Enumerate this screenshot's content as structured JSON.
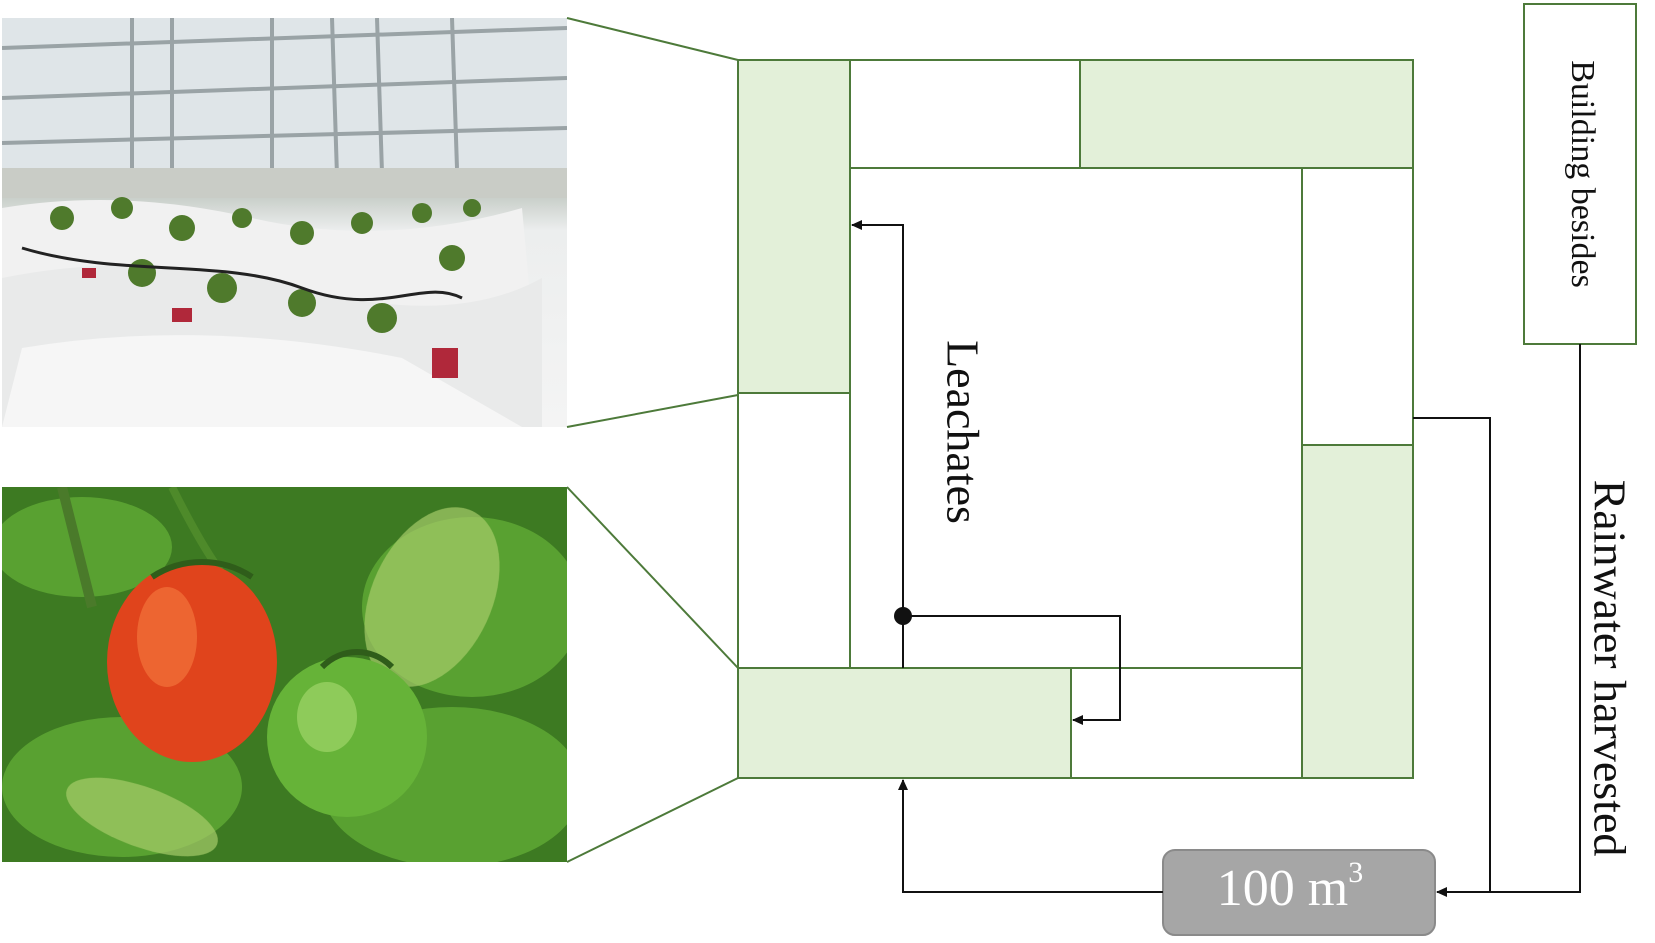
{
  "labels": {
    "building": "Building besides",
    "leachates": "Leachates",
    "rainwater": "Rainwater harvested",
    "tank_value": "100 m",
    "tank_superscript": "3"
  },
  "colors": {
    "bed_fill": "#e3f0d9",
    "line_green": "#4d7a3a",
    "line_dark": "#111111",
    "tank_fill": "#a6a6a6",
    "tank_border": "#8a8a8a",
    "tank_text": "#ffffff"
  },
  "photos": [
    {
      "name": "greenhouse-photo",
      "icon": "greenhouse-cultivation-image"
    },
    {
      "name": "tomato-photo",
      "icon": "tomato-plant-image"
    }
  ]
}
